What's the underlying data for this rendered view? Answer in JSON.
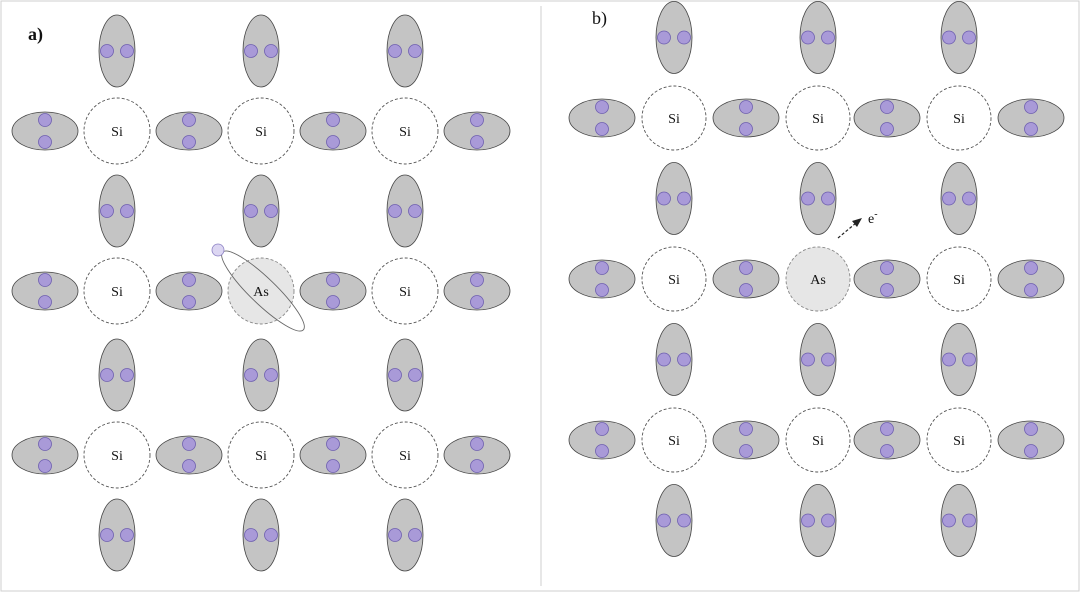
{
  "figure": {
    "panel_a": {
      "label": "a)",
      "host_atom_label": "Si",
      "dopant_atom_label": "As"
    },
    "panel_b": {
      "label": "b)",
      "host_atom_label": "Si",
      "dopant_atom_label": "As",
      "free_electron_label": "e",
      "free_electron_superscript": "-"
    }
  },
  "colors": {
    "bond_fill": "#c4c4c4",
    "electron_fill": "#a99ad8",
    "dopant_fill": "#e6e6e6",
    "host_fill": "#ffffff"
  }
}
